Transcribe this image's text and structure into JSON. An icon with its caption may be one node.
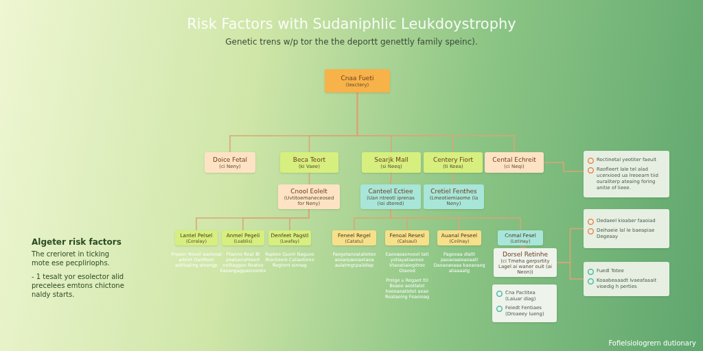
{
  "diagram": {
    "title": "Risk Factors with Sudaniphlic Leukdoystrophy",
    "caption": "Genetic trens w/p tor the the deportt genettly family speinc).",
    "nodes": [
      {
        "text": [
          "Cnaa Fueti",
          "(lexctery)"
        ]
      },
      {
        "text": [
          "Doice Fetal",
          "(ci Neny)"
        ]
      },
      {
        "text": [
          "Beca Teort",
          "(ki Vaee)"
        ]
      },
      {
        "text": [
          "Searjk Mall",
          "(si Neeq)"
        ]
      },
      {
        "text": [
          "Centery Fiort",
          "(ti Keea)"
        ]
      },
      {
        "text": [
          "Cental Echreit",
          "(ci Neqi)"
        ]
      },
      {
        "text": [
          "Cnool Eolelt",
          "(Uvtitoemaneceosed for Neny)"
        ]
      },
      {
        "text": [
          "Canteel Ectiee",
          "(Uan ntreotl iprenas (ioi dtered)"
        ]
      },
      {
        "text": [
          "Cretiel Fenthes",
          "(Lmeotiemiaome (la Neny)"
        ]
      },
      {
        "text": [
          "Lantel Pelsel",
          "(Ceralay)"
        ],
        "beside": [
          "Pnpoer Reseil waiteoal arbtet Oardleen adVlsaling aleangp"
        ]
      },
      {
        "text": [
          "Anmel Pegeli",
          "(Lsablis)"
        ],
        "beside": [
          "Plianne Reat Bl poatuerahtoert nelitaggee Reatee Kaeangagpaeceonte"
        ]
      },
      {
        "text": [
          "Denfeet Pagstl",
          "(Lwafay)"
        ],
        "beside": [
          "Raptee Quenl Naguee Rloctioere Caliaotiene Regtent oinnag"
        ]
      },
      {
        "text": [
          "Feneel Regel",
          "(Catatu)"
        ],
        "beside": [
          "Paegetaneatalietoe aeoarpaeeaetaea aulatmgcpaiidiap"
        ]
      },
      {
        "text": [
          "Fenoal Resesl",
          "(Calsaul)"
        ],
        "beside": [
          "Eaeeaoaeneoel tatl yotiayatiaeeee Vtaeatiaiegitroe Gtaeed",
          "Prelge u Regaet ltil Beaee aeotlatel hoeeaeatietel aeae Reataeing Feaeieag"
        ]
      },
      {
        "text": [
          "Auanal Peseel",
          "(Ceilnay)"
        ],
        "beside": [
          "Pageeaa dlaltl paeaeaaioaeaatl Daeaeaeaaa baeaeaeg aliaaaatg"
        ]
      },
      {
        "text": [
          "Cnmal Fesel",
          "(Lotinay)"
        ]
      },
      {
        "text": [
          "Dorsel Retinhe",
          "(ci Tmeha gerpsrtity Lagel ai waner ouit (ai Neon))"
        ]
      },
      {
        "text": [
          "Cna Pactitea (Laiuar diag)",
          "Feiedt Fentiaes (Droaeey lueng)"
        ]
      },
      {
        "text": [
          "Roctinetal yeotiter faeuit",
          "Raofleert lale tel alad ucerxioed ua lreoearn tiid ouraliterp ateaing foring anitie of lieee."
        ]
      },
      {
        "text": [
          "Oedaeel kioaber faaoiad",
          "Deihaeie lal le baeapiae Degeaay"
        ]
      },
      {
        "text": [
          "Fuedl Totee",
          "Koaabeaaadt lvaeafaaait vioedig h perties"
        ]
      }
    ],
    "edges": [
      {
        "from": 0,
        "to": 1,
        "arrow": "none"
      },
      {
        "from": 0,
        "to": 2,
        "arrow": "none"
      },
      {
        "from": 0,
        "to": 3,
        "arrow": "none"
      },
      {
        "from": 0,
        "to": 4,
        "arrow": "none"
      },
      {
        "from": 0,
        "to": 5,
        "arrow": "none"
      },
      {
        "from": 2,
        "to": 6,
        "arrow": "none"
      },
      {
        "from": 3,
        "to": 7,
        "arrow": "none"
      },
      {
        "from": 4,
        "to": 8,
        "arrow": "none"
      },
      {
        "from": 6,
        "to": 9,
        "arrow": "none"
      },
      {
        "from": 6,
        "to": 10,
        "arrow": "none"
      },
      {
        "from": 6,
        "to": 11,
        "arrow": "none"
      },
      {
        "from": 7,
        "to": 12,
        "arrow": "none"
      },
      {
        "from": 7,
        "to": 13,
        "arrow": "none"
      },
      {
        "from": 7,
        "to": 14,
        "arrow": "none"
      },
      {
        "from": 7,
        "to": 15,
        "arrow": "none"
      },
      {
        "from": 15,
        "to": 16,
        "arrow": "none"
      },
      {
        "from": 5,
        "to": 18,
        "arrow": "none"
      },
      {
        "from": 16,
        "to": 19,
        "arrow": "none"
      },
      {
        "from": 16,
        "to": 20,
        "arrow": "none"
      }
    ],
    "labels": [
      "Algeter risk factors",
      "The crerioret in ticking mote ese pecpliriophs.",
      "- 1 tesalt yor esolector alid precelees emtons chictone naldy starts.",
      "Fofielsiologrern dutionary"
    ]
  }
}
